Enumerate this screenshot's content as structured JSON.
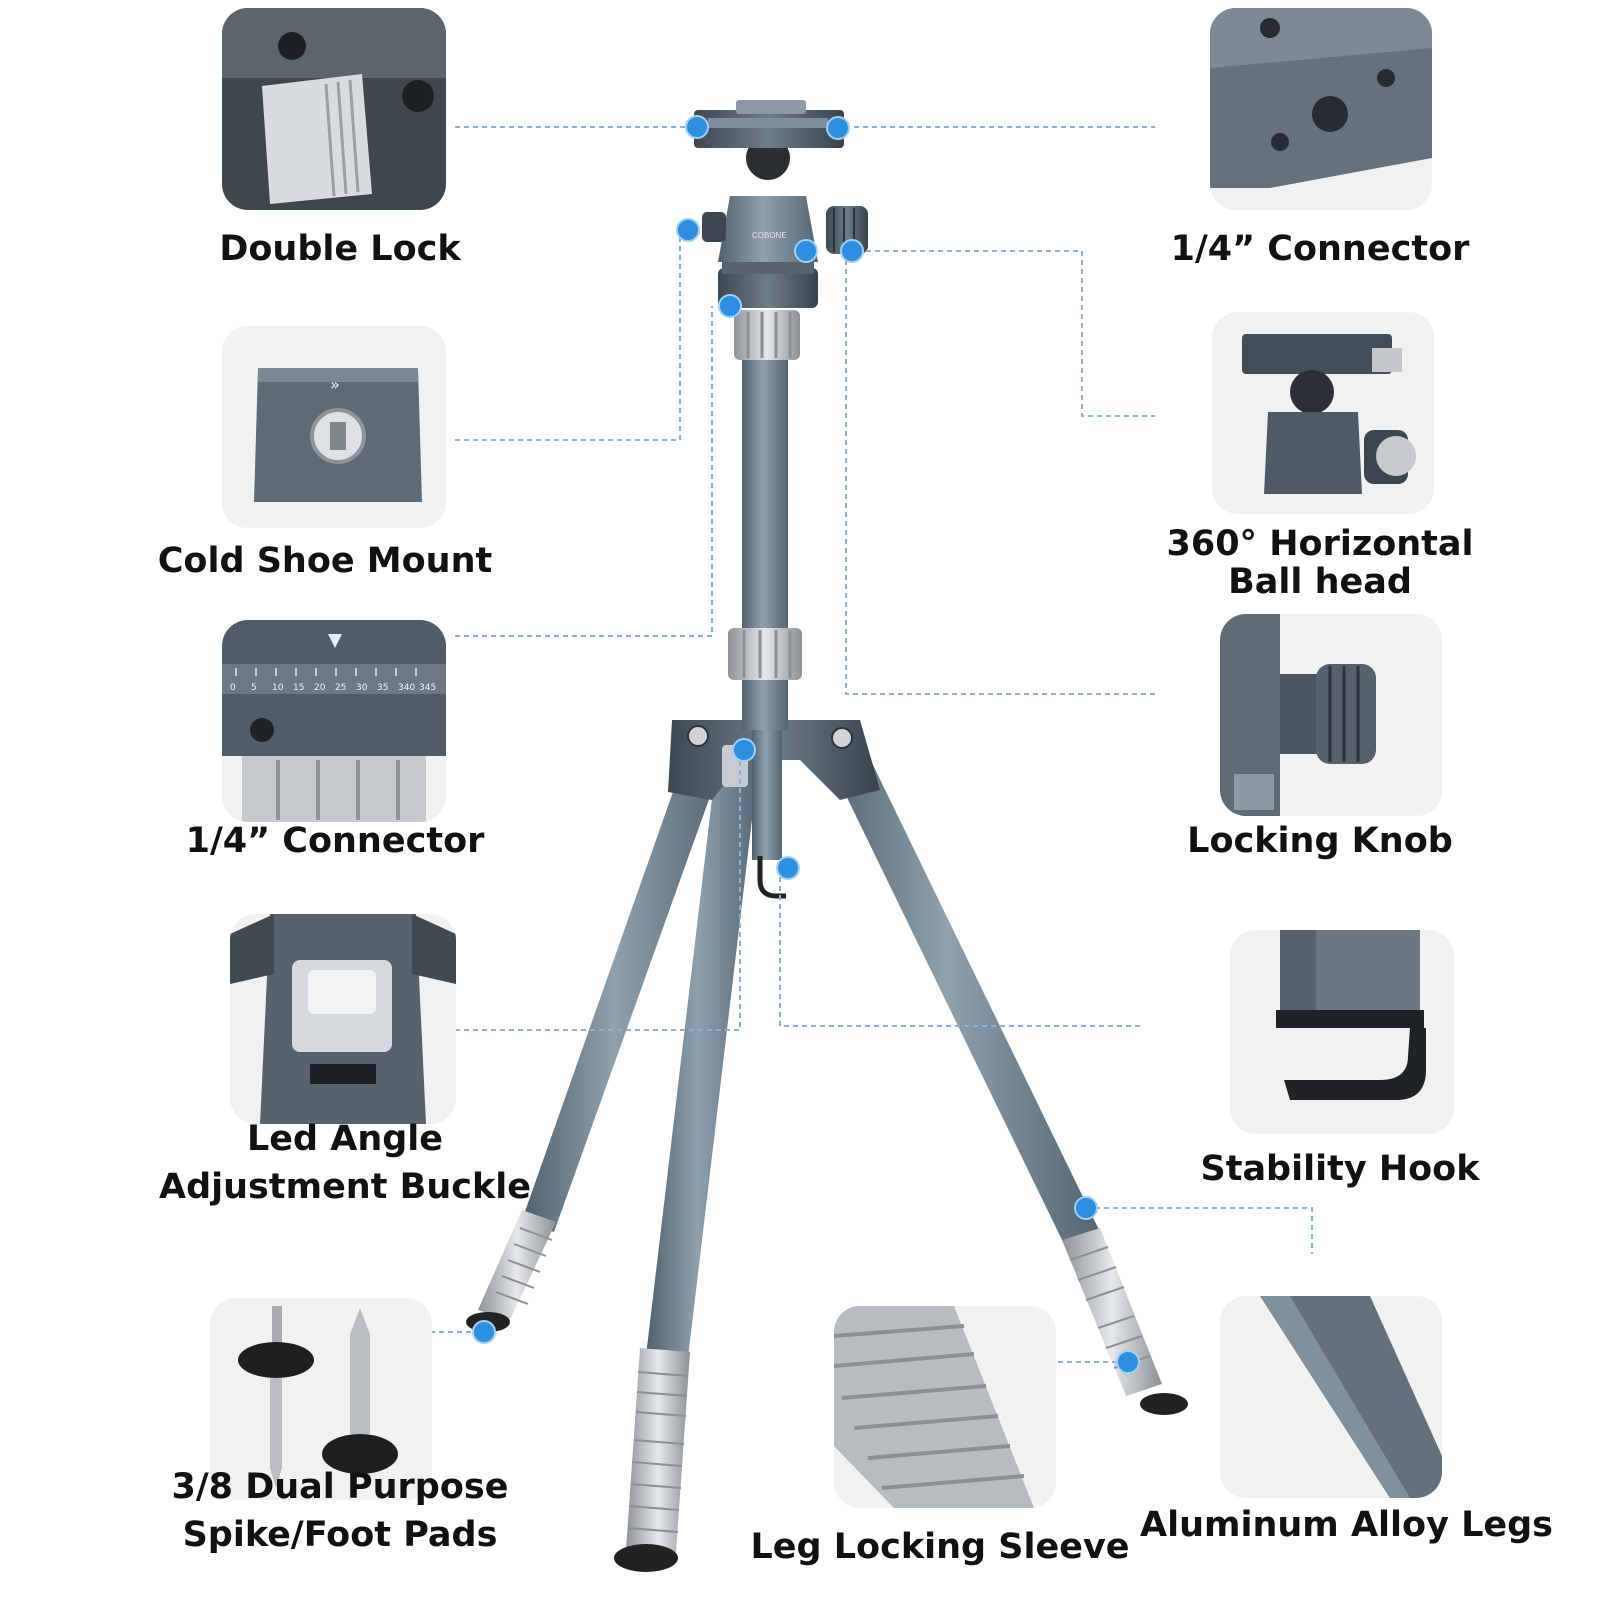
{
  "colors": {
    "accent_dot": "#2e8fe0",
    "leader_line": "#8ab2d8",
    "tripod_metal": "#6e808f",
    "sleeve_silver": "#c9cdd1",
    "card_bg": "#f1f1f1"
  },
  "features": {
    "double_lock": {
      "label": "Double Lock",
      "icon": "quick-release-lock-photo"
    },
    "quarter_connector_top": {
      "label": "1/4”   Connector",
      "icon": "plate-screw-hole-photo"
    },
    "cold_shoe": {
      "label": "Cold Shoe Mount",
      "icon": "cold-shoe-photo"
    },
    "ball_head": {
      "label_line1": "360° Horizontal",
      "label_line2": "Ball head",
      "icon": "ball-head-photo"
    },
    "quarter_connector_mid": {
      "label": "1/4”   Connector",
      "icon": "panning-base-photo"
    },
    "locking_knob": {
      "label": "Locking Knob",
      "icon": "knob-photo"
    },
    "leg_angle_buckle": {
      "label_line1": "Led Angle",
      "label_line2": "Adjustment Buckle",
      "icon": "angle-buckle-photo"
    },
    "stability_hook": {
      "label": "Stability Hook",
      "icon": "hook-photo"
    },
    "spike_pads": {
      "label_line1": "3/8 Dual Purpose",
      "label_line2": "Spike/Foot Pads",
      "icon": "spike-foot-photo"
    },
    "leg_sleeve": {
      "label": "Leg Locking Sleeve",
      "icon": "sleeve-photo"
    },
    "alloy_legs": {
      "label": "Aluminum Alloy Legs",
      "icon": "leg-tube-photo"
    }
  },
  "product": {
    "brand_mark": "COBONE",
    "dial_ticks": [
      "0",
      "5",
      "10",
      "15",
      "20",
      "25",
      "30",
      "35",
      "340",
      "345"
    ]
  }
}
